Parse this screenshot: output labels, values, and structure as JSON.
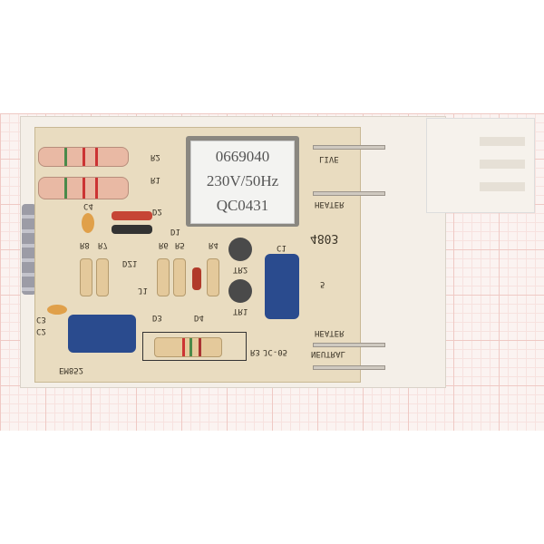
{
  "relay_label": {
    "line1": "0669040",
    "line2": "230V/50Hz",
    "line3": "QC0431"
  },
  "silkscreen": {
    "live": "LIVE",
    "heater_top": "HEATER",
    "heater_bottom": "HEATER",
    "neutral": "NEUTRAL",
    "board_code": "JC-05",
    "r3": "R3",
    "model": "EM852",
    "r1": "R1",
    "r2": "R2",
    "c4": "C4",
    "d1": "D1",
    "d2": "D2",
    "r4": "R4",
    "r5": "R5",
    "r6": "R6",
    "r7": "R7",
    "r8": "R8",
    "dz1": "DZ1",
    "j1": "J1",
    "d3": "D3",
    "d4": "D4",
    "c1": "C1",
    "c2": "C2",
    "c3": "C3",
    "tr1": "TR1",
    "tr2": "TR2",
    "batch": "4803",
    "mark": "5"
  },
  "colors": {
    "pcb": "#e9dcc0",
    "grid": "#efc9c4",
    "capacitor": "#2a4b8e",
    "resistor_power": "#e9b9a4"
  }
}
